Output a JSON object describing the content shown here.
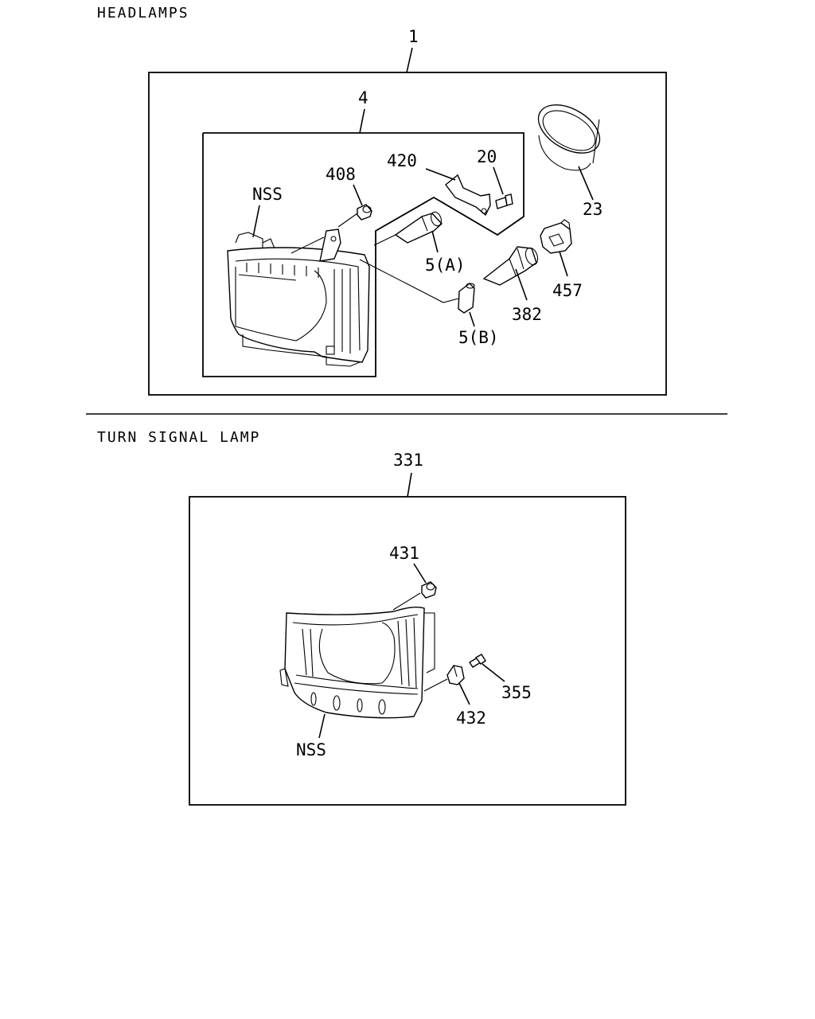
{
  "sections": {
    "headlamps": {
      "title": "HEADLAMPS",
      "labels": {
        "p1": "1",
        "p4": "4",
        "p420": "420",
        "p20": "20",
        "p408": "408",
        "nss": "NSS",
        "p23": "23",
        "p5a": "5(A)",
        "p457": "457",
        "p382": "382",
        "p5b": "5(B)"
      }
    },
    "turn_signal": {
      "title": "TURN SIGNAL LAMP",
      "labels": {
        "p331": "331",
        "p431": "431",
        "p355": "355",
        "p432": "432",
        "nss": "NSS"
      }
    }
  }
}
